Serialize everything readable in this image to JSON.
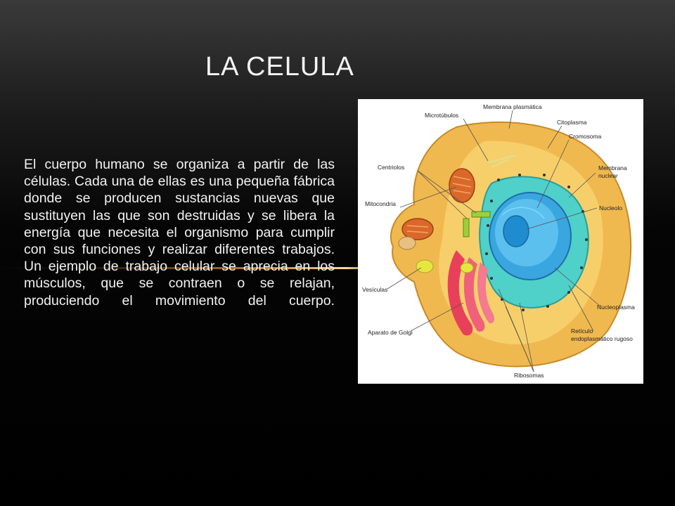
{
  "slide": {
    "title": "LA CELULA",
    "body": "El cuerpo humano se organiza a partir de las células. Cada una de ellas es una pequeña fábrica donde se producen sustancias nuevas que sustituyen las que son destruidas y se libera la energía que necesita el organismo para cumplir con sus funciones y realizar diferentes trabajos. Un ejemplo de trabajo celular se aprecia en los músculos, que se contraen o se relajan, produciendo el movimiento del cuerpo."
  },
  "diagram": {
    "labels": {
      "microtubulos": "Microtúbulos",
      "membrana_plasmatica": "Membrana plasmática",
      "citoplasma": "Citoplasma",
      "cromosoma": "Cromosoma",
      "centriolos": "Centriolos",
      "membrana_nuclear_1": "Membrana",
      "membrana_nuclear_2": "nuclear",
      "mitocondria": "Mitocondria",
      "nucleolo": "Nucleolo",
      "vesiculas": "Vesículas",
      "nucleoplasma": "Nucleoplasma",
      "aparato_golgi": "Aparato de Golgi",
      "reticulo_1": "Retículo",
      "reticulo_2": "endoplasmático rugoso",
      "ribosomas": "Ribosomas"
    }
  }
}
